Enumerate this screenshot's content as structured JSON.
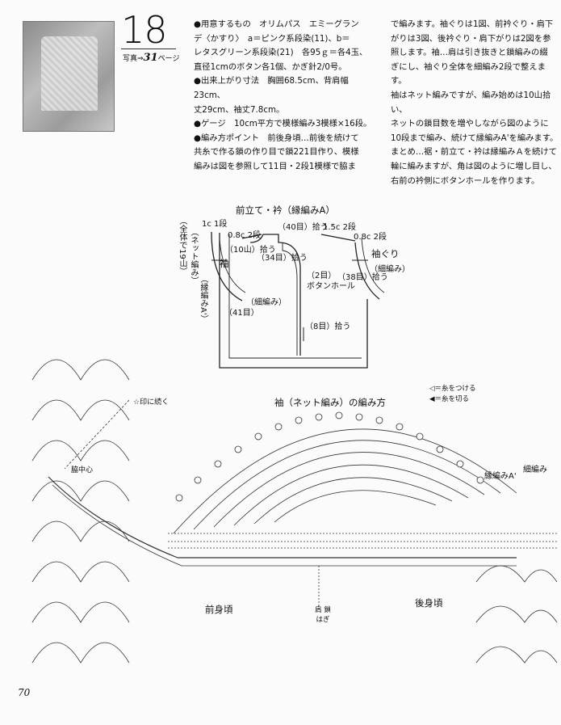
{
  "header": {
    "pattern_number": "18",
    "photo_ref": "写真⇒",
    "photo_page": "31",
    "photo_ref_suffix": "ページ"
  },
  "text": {
    "col1": [
      "●用意するもの　オリムパス　エミーグラン",
      "デ〈かすり〉　a＝ピンク系段染(11)、b＝",
      "レタスグリーン系段染(21)　各95ｇ＝各4玉、",
      "直径1cmのボタン各1個、かぎ針2/0号。",
      "●出来上がり寸法　胸囲68.5cm、背肩幅23cm、",
      "丈29cm、袖丈7.8cm。",
      "●ゲージ　10cm平方で模様編み3模様×16段。",
      "●編み方ポイント　前後身頃…前後を続けて",
      "共糸で作る鎖の作り目で鎖221目作り、模様",
      "編みは図を参照して11目・2段1模様で脇ま"
    ],
    "col2": [
      "で編みます。袖ぐりは1図、前衿ぐり・肩下",
      "がりは3図、後衿ぐり・肩下がりは2図を参",
      "照します。袖…肩は引き抜きと鎖編みの綴",
      "ぎにし、袖ぐり全体を細編み2段で整えます。",
      "袖はネット編みですが、編み始めは10山拾い、",
      "ネットの鎖目数を増やしながら図のように",
      "10段まで編み、続けて縁編みA'を編みます。",
      "まとめ…裾・前立て・衿は縁編みＡを続けて",
      "輪に編みますが、角は図のように増し目し、",
      "右前の衿側にボタンホールを作ります。"
    ]
  },
  "diagram_labels": {
    "front_collar": "前立て・衿（縁編みA）",
    "buttonhole": "ボタンホール",
    "sleeve": "袖",
    "armhole": "袖ぐり",
    "armhole_sub": "（細編み）",
    "sc": "（細編み）",
    "net_label": "（ネット編み）",
    "edge_a_prime": "（縁編みA'）",
    "pick_40": "（40目）拾う",
    "pick_41": "（41目）",
    "pick_34": "（34目）拾う",
    "pick_38": "（38目）拾う",
    "pick_10": "（10山）拾う",
    "pick_2": "（2目）",
    "pick_8": "（8目）拾う",
    "whole_19": "（全体で19山）",
    "dan1": "1c 1段",
    "dan2": "0.8c 2段",
    "dan15": "1.5c 2段",
    "dan_r": "0.8c 2段",
    "sleeve_title": "袖（ネット編み）の編み方",
    "legend_join": "◁＝糸をつける",
    "legend_cut": "◀＝糸を切る",
    "continue_star": "☆印に続く",
    "side_center": "脇中心",
    "edge_a": "縁編みA'",
    "sc2": "細編み",
    "front_body": "前身頃",
    "back_body": "後身頃",
    "shoulder_join": "肩 鎖はぎ"
  },
  "footer": {
    "page_number": "70"
  }
}
